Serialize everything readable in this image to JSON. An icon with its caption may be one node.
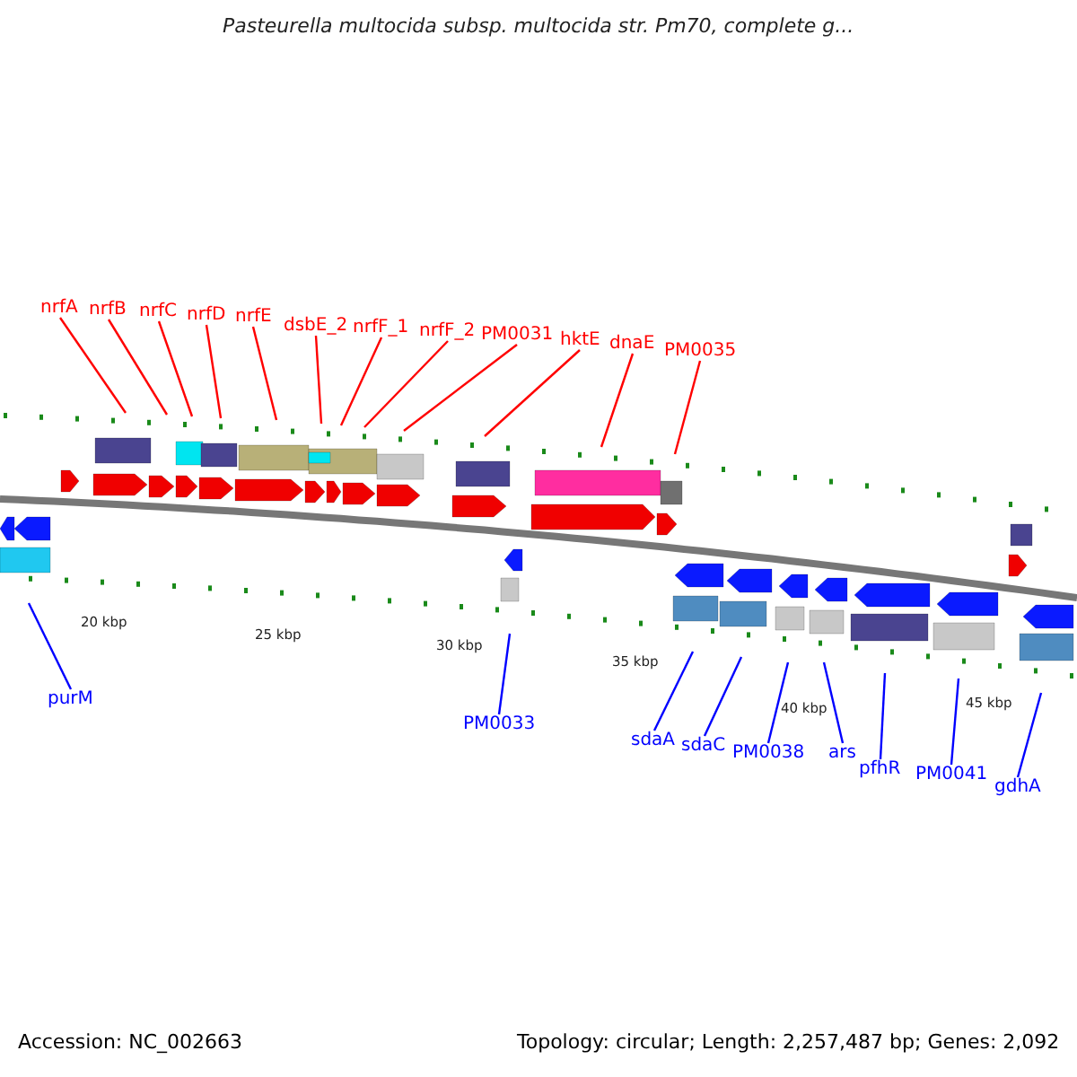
{
  "diagram": {
    "title": "Pasteurella multocida subsp. multocida str. Pm70, complete g...",
    "nodes": [
      {
        "text": [
          "nrfA"
        ]
      },
      {
        "text": [
          "nrfB"
        ]
      },
      {
        "text": [
          "nrfC"
        ]
      },
      {
        "text": [
          "nrfD"
        ]
      },
      {
        "text": [
          "nrfE"
        ]
      },
      {
        "text": [
          "dsbE_2"
        ]
      },
      {
        "text": [
          "nrfF_1"
        ]
      },
      {
        "text": [
          "nrfF_2"
        ]
      },
      {
        "text": [
          "PM0031"
        ]
      },
      {
        "text": [
          "hktE"
        ]
      },
      {
        "text": [
          "dnaE"
        ]
      },
      {
        "text": [
          "PM0035"
        ]
      },
      {
        "text": [
          "purM"
        ]
      },
      {
        "text": [
          "PM0033"
        ]
      },
      {
        "text": [
          "sdaA"
        ]
      },
      {
        "text": [
          "sdaC"
        ]
      },
      {
        "text": [
          "PM0038"
        ]
      },
      {
        "text": [
          "ars"
        ]
      },
      {
        "text": [
          "pfhR"
        ]
      },
      {
        "text": [
          "PM0041"
        ]
      },
      {
        "text": [
          "gdhA"
        ]
      }
    ],
    "edges": [
      {
        "from": 0,
        "to": null,
        "arrow": "none"
      },
      {
        "from": 1,
        "to": null,
        "arrow": "none"
      },
      {
        "from": 2,
        "to": null,
        "arrow": "none"
      },
      {
        "from": 3,
        "to": null,
        "arrow": "none"
      },
      {
        "from": 4,
        "to": null,
        "arrow": "none"
      },
      {
        "from": 5,
        "to": null,
        "arrow": "none"
      },
      {
        "from": 6,
        "to": null,
        "arrow": "none"
      },
      {
        "from": 7,
        "to": null,
        "arrow": "none"
      },
      {
        "from": 8,
        "to": null,
        "arrow": "none"
      },
      {
        "from": 9,
        "to": null,
        "arrow": "none"
      },
      {
        "from": 10,
        "to": null,
        "arrow": "none"
      },
      {
        "from": 11,
        "to": null,
        "arrow": "none"
      },
      {
        "from": 12,
        "to": null,
        "arrow": "none",
        "color": "#0000ff"
      },
      {
        "from": 13,
        "to": null,
        "arrow": "none",
        "color": "#0000ff"
      },
      {
        "from": 14,
        "to": null,
        "arrow": "none",
        "color": "#0000ff"
      },
      {
        "from": 15,
        "to": null,
        "arrow": "none",
        "color": "#0000ff"
      },
      {
        "from": 16,
        "to": null,
        "arrow": "none",
        "color": "#0000ff"
      },
      {
        "from": 17,
        "to": null,
        "arrow": "none",
        "color": "#0000ff"
      },
      {
        "from": 18,
        "to": null,
        "arrow": "none",
        "color": "#0000ff"
      },
      {
        "from": 19,
        "to": null,
        "arrow": "none",
        "color": "#0000ff"
      },
      {
        "from": 20,
        "to": null,
        "arrow": "none",
        "color": "#0000ff"
      }
    ],
    "labels": [
      "20 kbp",
      "25 kbp",
      "30 kbp",
      "35 kbp",
      "40 kbp",
      "45 kbp",
      "Accession: NC_002663",
      "Topology: circular; Length: 2,257,487 bp; Genes: 2,092"
    ]
  }
}
